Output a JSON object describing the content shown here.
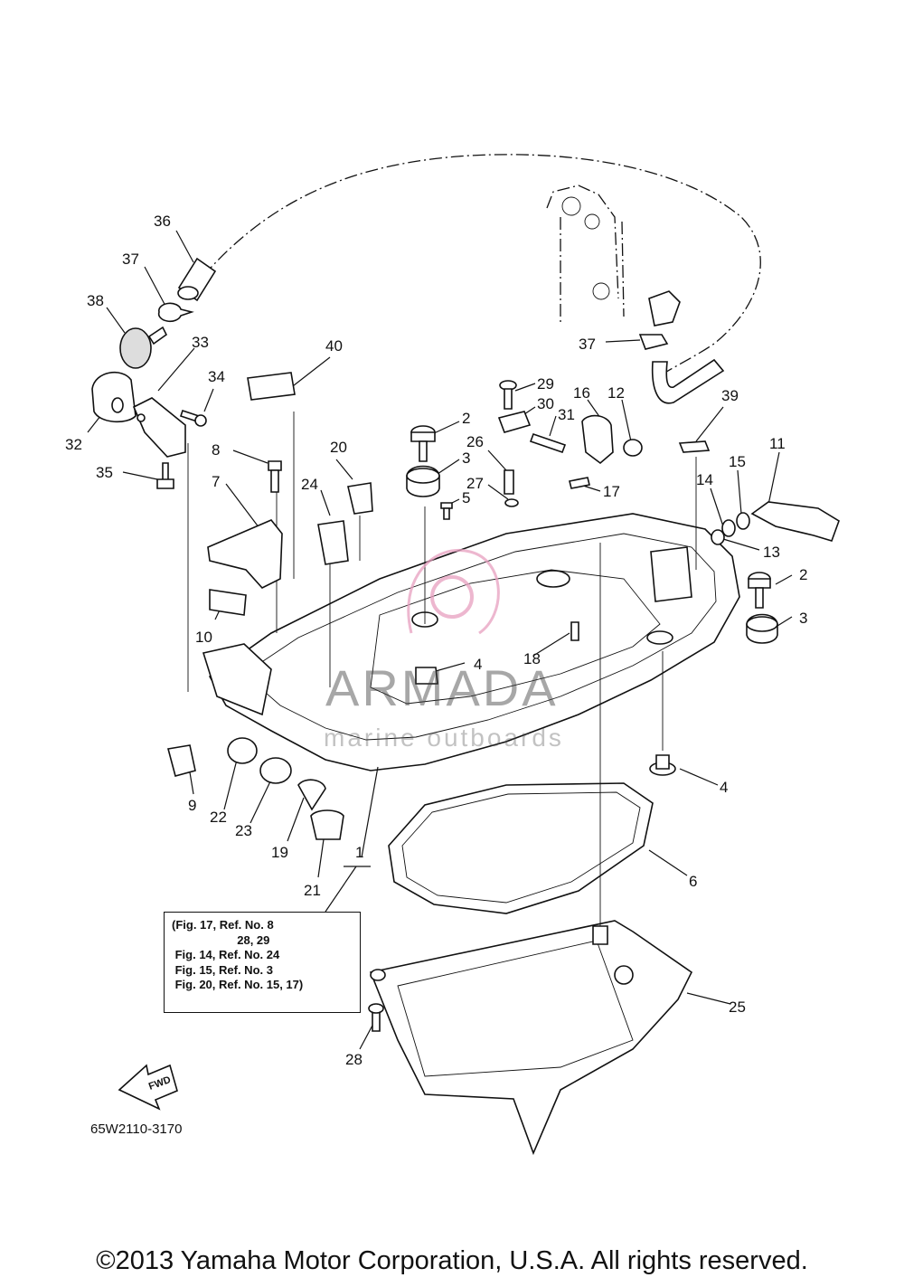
{
  "callouts": [
    {
      "id": "c36",
      "text": "36"
    },
    {
      "id": "c37a",
      "text": "37"
    },
    {
      "id": "c38",
      "text": "38"
    },
    {
      "id": "c33",
      "text": "33"
    },
    {
      "id": "c34",
      "text": "34"
    },
    {
      "id": "c32",
      "text": "32"
    },
    {
      "id": "c35",
      "text": "35"
    },
    {
      "id": "c40",
      "text": "40"
    },
    {
      "id": "c8",
      "text": "8"
    },
    {
      "id": "c7",
      "text": "7"
    },
    {
      "id": "c20",
      "text": "20"
    },
    {
      "id": "c24",
      "text": "24"
    },
    {
      "id": "c10",
      "text": "10"
    },
    {
      "id": "c2a",
      "text": "2"
    },
    {
      "id": "c3a",
      "text": "3"
    },
    {
      "id": "c5",
      "text": "5"
    },
    {
      "id": "c29",
      "text": "29"
    },
    {
      "id": "c30",
      "text": "30"
    },
    {
      "id": "c31",
      "text": "31"
    },
    {
      "id": "c16",
      "text": "16"
    },
    {
      "id": "c12",
      "text": "12"
    },
    {
      "id": "c26",
      "text": "26"
    },
    {
      "id": "c27",
      "text": "27"
    },
    {
      "id": "c17",
      "text": "17"
    },
    {
      "id": "c37b",
      "text": "37"
    },
    {
      "id": "c39",
      "text": "39"
    },
    {
      "id": "c11",
      "text": "11"
    },
    {
      "id": "c15",
      "text": "15"
    },
    {
      "id": "c14",
      "text": "14"
    },
    {
      "id": "c13",
      "text": "13"
    },
    {
      "id": "c2b",
      "text": "2"
    },
    {
      "id": "c3b",
      "text": "3"
    },
    {
      "id": "c18",
      "text": "18"
    },
    {
      "id": "c4a",
      "text": "4"
    },
    {
      "id": "c4b",
      "text": "4"
    },
    {
      "id": "c9",
      "text": "9"
    },
    {
      "id": "c22",
      "text": "22"
    },
    {
      "id": "c23",
      "text": "23"
    },
    {
      "id": "c19",
      "text": "19"
    },
    {
      "id": "c21",
      "text": "21"
    },
    {
      "id": "c1",
      "text": "1"
    },
    {
      "id": "c6",
      "text": "6"
    },
    {
      "id": "c25",
      "text": "25"
    },
    {
      "id": "c28",
      "text": "28"
    }
  ],
  "reference_box": {
    "lines": [
      "(Fig. 17, Ref. No. 8",
      "                    28, 29",
      " Fig. 14, Ref. No. 24",
      " Fig. 15, Ref. No. 3",
      " Fig. 20, Ref. No. 15, 17)"
    ]
  },
  "fwd_label": "FWD",
  "figure_code": "65W2110-3170",
  "watermark": {
    "brand": "ARMADA",
    "subtitle": "marine outboards",
    "accent": "#e8a0c0"
  },
  "copyright": "©2013 Yamaha Motor Corporation, U.S.A. All rights reserved."
}
